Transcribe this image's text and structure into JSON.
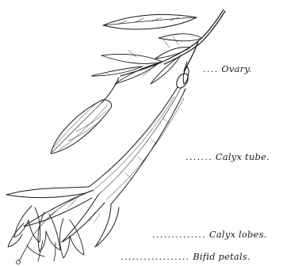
{
  "labels": {
    "ovary": "Ovary.",
    "calyx_tube": "Calyx tube.",
    "calyx_lobes": "Calyx lobes.",
    "bifid_petals": "Bifid petals."
  },
  "leaders": {
    "ovary": "....",
    "calyx_tube": ".......",
    "calyx_lobes": "..............",
    "bifid_petals": ".................."
  },
  "colors": {
    "ink": "#1a1a1a",
    "paper": "#ffffff"
  }
}
